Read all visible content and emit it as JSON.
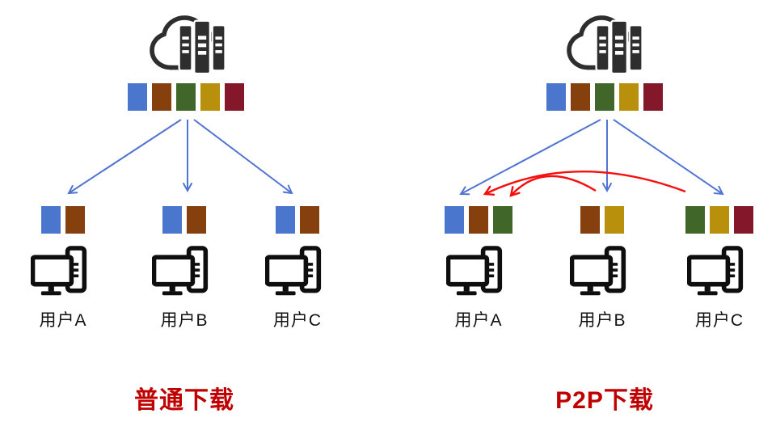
{
  "colors": {
    "blue": "#4A76CE",
    "brown": "#86400E",
    "green": "#40662A",
    "gold": "#B8900B",
    "dark_red": "#85172B",
    "arrow_blue": "#4F74D2",
    "arrow_red": "#F70D0D",
    "title_red": "#C00000",
    "icon_dark": "#2E2E2E",
    "icon_black": "#0E0E0E"
  },
  "panels": [
    {
      "title": "普通下载",
      "server_chunks": [
        "blue",
        "brown",
        "green",
        "gold",
        "dark_red"
      ],
      "users": [
        {
          "label": "用户A",
          "chunks": [
            "blue",
            "brown"
          ]
        },
        {
          "label": "用户B",
          "chunks": [
            "blue",
            "brown"
          ]
        },
        {
          "label": "用户C",
          "chunks": [
            "blue",
            "brown"
          ]
        }
      ]
    },
    {
      "title": "P2P下载",
      "server_chunks": [
        "blue",
        "brown",
        "green",
        "gold",
        "dark_red"
      ],
      "users": [
        {
          "label": "用户A",
          "chunks": [
            "blue",
            "brown",
            "green"
          ]
        },
        {
          "label": "用户B",
          "chunks": [
            "brown",
            "gold"
          ]
        },
        {
          "label": "用户C",
          "chunks": [
            "green",
            "gold",
            "dark_red"
          ]
        }
      ]
    }
  ]
}
